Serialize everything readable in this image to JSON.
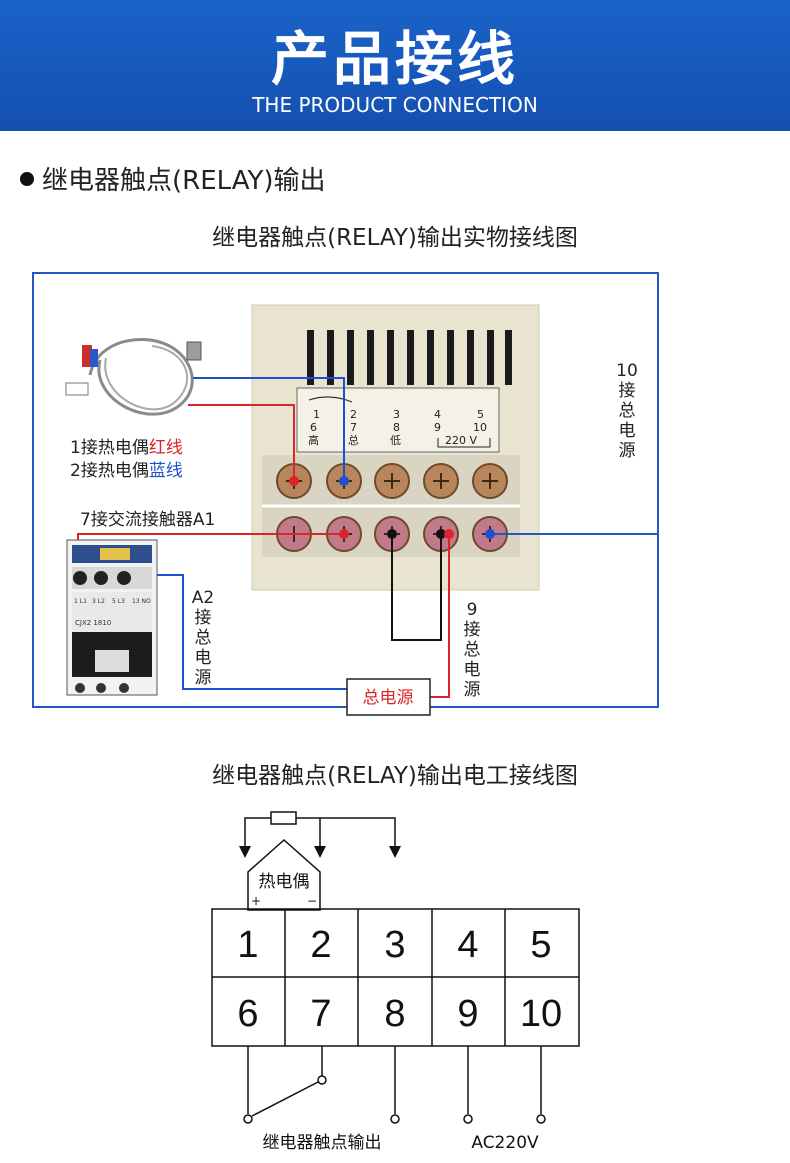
{
  "banner": {
    "title": "产品接线",
    "subtitle": "THE PRODUCT CONNECTION"
  },
  "section": {
    "heading": "继电器触点(RELAY)输出"
  },
  "photo_diagram": {
    "caption": "继电器触点(RELAY)输出实物接线图",
    "terminal_top_row": [
      "1",
      "2",
      "3",
      "4",
      "5"
    ],
    "terminal_bottom_row": [
      "6",
      "7",
      "8",
      "9",
      "10"
    ],
    "terminal_under_labels": [
      "高",
      "总",
      "低"
    ],
    "voltage_label": "220 V",
    "thermocouple_line1_prefix": "1接热电偶",
    "thermocouple_line1_color_word": "红线",
    "thermocouple_line2_prefix": "2接热电偶",
    "thermocouple_line2_color_word": "蓝线",
    "contactor_label": "7接交流接触器A1",
    "a2_label": [
      "A2",
      "接",
      "总",
      "电",
      "源"
    ],
    "t10_label": [
      "10",
      "接",
      "总",
      "电",
      "源"
    ],
    "t9_label": [
      "9",
      "接",
      "总",
      "电",
      "源"
    ],
    "power_box": "总电源",
    "contactor_model": "CJX2 1810",
    "contactor_terminals": [
      "1 L1",
      "3 L2",
      "5 L3",
      "13 NO"
    ],
    "wire_colors": {
      "red": "#d8262a",
      "blue": "#1d4fd1",
      "frame": "#2257c6"
    }
  },
  "schematic": {
    "caption": "继电器触点(RELAY)输出电工接线图",
    "top_row": [
      "1",
      "2",
      "3",
      "4",
      "5"
    ],
    "bottom_row": [
      "6",
      "7",
      "8",
      "9",
      "10"
    ],
    "thermocouple": "热电偶",
    "plus": "+",
    "minus": "−",
    "relay_output": "继电器触点输出",
    "ac": "AC220V"
  }
}
